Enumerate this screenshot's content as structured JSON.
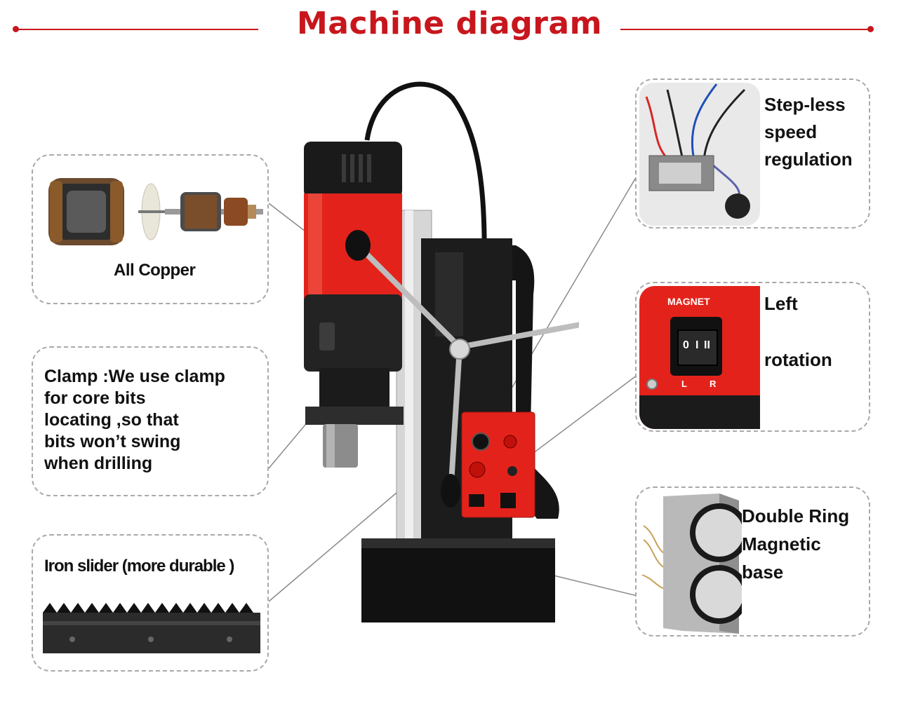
{
  "title": "Machine diagram",
  "callouts": {
    "all_copper": "All Copper",
    "clamp": "Clamp :We use clamp\n for  core bits\nlocating ,so that\nbits won’t swing\n when drilling",
    "iron_slider": "Iron slider (more durable )",
    "speed": "Step-less\nspeed\nregulation",
    "left": "Left",
    "rotation": "rotation",
    "base": "Double Ring\nMagnetic\nbase"
  },
  "switch_label": "MAGNET",
  "switch_marks": {
    "l": "L",
    "r": "R",
    "on": "I",
    "zero": "0",
    "two": "II"
  },
  "colors": {
    "brand_red": "#c8161d",
    "motor_red": "#e3231b",
    "dashed_border": "#a9a9a9"
  }
}
